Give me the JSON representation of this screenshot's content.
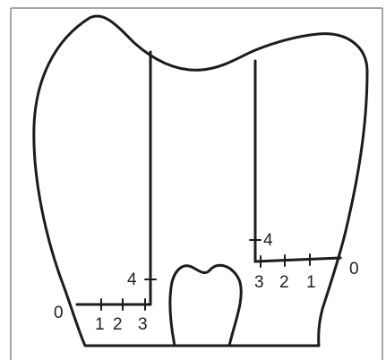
{
  "diagram": {
    "left_scale": {
      "zero": "0",
      "ticks": [
        "1",
        "2",
        "3"
      ],
      "top_mark": "4"
    },
    "right_scale": {
      "zero": "0",
      "ticks": [
        "1",
        "2",
        "3"
      ],
      "top_mark": "4"
    }
  },
  "colors": {
    "line": "#1c1c1c",
    "frame": "#8c8c8c",
    "background": "#ffffff"
  }
}
